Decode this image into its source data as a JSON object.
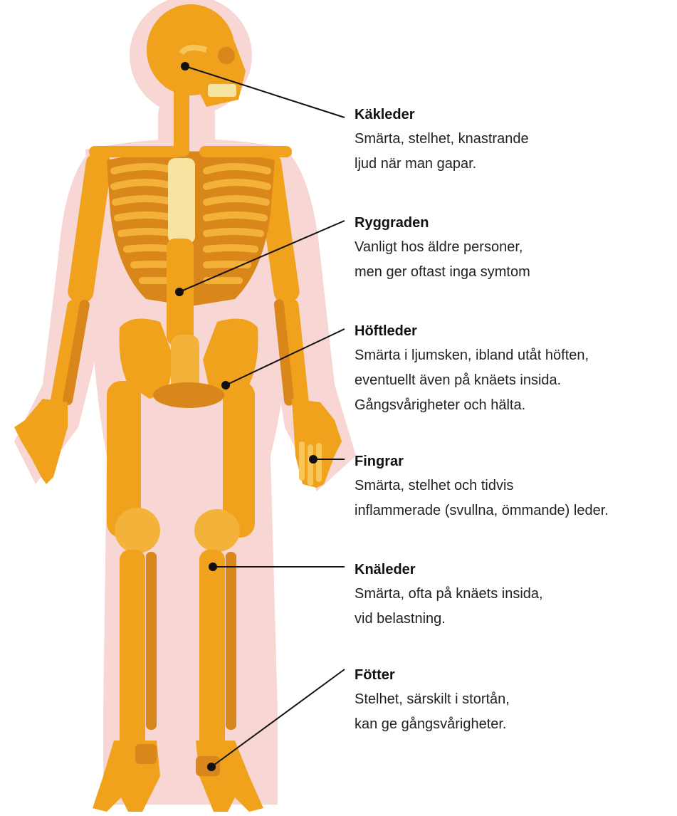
{
  "colors": {
    "body_silhouette": "#f7d6d4",
    "bone": "#f0a21c",
    "bone_dark": "#d9861a",
    "bone_light": "#f8c55a",
    "spine_highlight": "#f6e3a0",
    "leader_line": "#111111"
  },
  "annotations": [
    {
      "key": "kakleder",
      "title": "Käkleder",
      "lines": [
        "Smärta, stelhet, knastrande",
        "ljud när man gapar."
      ]
    },
    {
      "key": "ryggraden",
      "title": "Ryggraden",
      "lines": [
        "Vanligt hos äldre personer,",
        "men ger oftast inga symtom"
      ]
    },
    {
      "key": "hoftleder",
      "title": "Höftleder",
      "lines": [
        "Smärta i ljumsken, ibland utåt höften,",
        "eventuellt även på knäets insida.",
        "Gångsvårigheter och hälta."
      ]
    },
    {
      "key": "fingrar",
      "title": "Fingrar",
      "lines": [
        "Smärta, stelhet och tidvis",
        "inflammerade (svullna, ömmande) leder."
      ]
    },
    {
      "key": "knaleder",
      "title": "Knäleder",
      "lines": [
        "Smärta, ofta på knäets insida,",
        "vid belastning."
      ]
    },
    {
      "key": "fotter",
      "title": "Fötter",
      "lines": [
        "Stelhet, särskilt i stortån,",
        "kan ge gångsvårigheter."
      ]
    }
  ]
}
